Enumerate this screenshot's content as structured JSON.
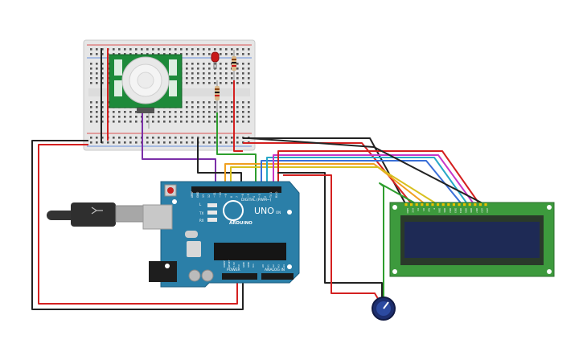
{
  "arduino": {
    "brand": "ARDUINO",
    "model": "UNO",
    "digital_label": "DIGITAL (PWM~)",
    "power_label": "POWER",
    "analog_label": "ANALOG IN",
    "tx_label": "TX",
    "rx_label": "RX",
    "l_label": "L",
    "on_label": "ON",
    "top_pins": [
      "AREF",
      "GND",
      "13",
      "12",
      "~11",
      "~10",
      "~9",
      "8",
      "7",
      "~6",
      "~5",
      "4",
      "~3",
      "2",
      "TX 1",
      "RX 0"
    ],
    "power_pins": [
      "IOREF",
      "RESET",
      "3.3V",
      "5V",
      "GND",
      "GND",
      "Vin"
    ],
    "analog_pins": [
      "A0",
      "A1",
      "A2",
      "A3",
      "A4",
      "A5"
    ]
  },
  "lcd": {
    "pin_labels": [
      "GND",
      "VCC",
      "V0",
      "RS",
      "RW",
      "E",
      "DB0",
      "DB1",
      "DB2",
      "DB3",
      "DB4",
      "DB5",
      "DB6",
      "DB7",
      "LED",
      "LED"
    ]
  },
  "colors": {
    "wire_black": "#222222",
    "wire_red": "#d42020",
    "wire_green": "#2e9e2e",
    "wire_purple": "#7b2fa8",
    "wire_orange": "#f0a020",
    "wire_yellow": "#d8c020",
    "wire_blue": "#3a6fd8",
    "wire_cyan": "#28a8c8",
    "wire_magenta": "#c838c8",
    "wire_brown": "#8b5a2b",
    "arduino_board": "#2b7fa8",
    "pir_board": "#1d8a3a",
    "lcd_board": "#3d9a3d",
    "lcd_screen": "#1e2a55",
    "led": "#c81818"
  }
}
